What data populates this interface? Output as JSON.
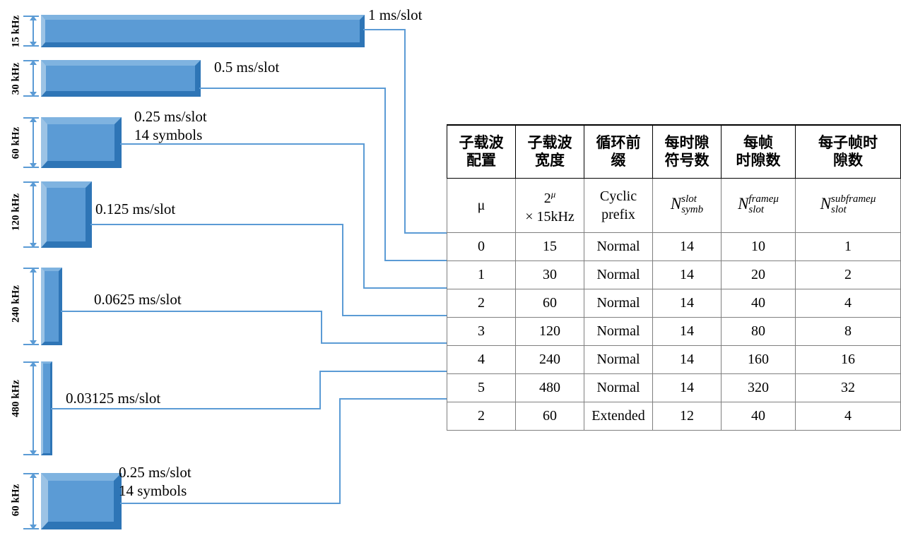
{
  "diagram": {
    "bars": [
      {
        "scs_label": "15 kHz",
        "slot_label": "1 ms/slot",
        "symbols_label": ""
      },
      {
        "scs_label": "30 kHz",
        "slot_label": "0.5 ms/slot",
        "symbols_label": ""
      },
      {
        "scs_label": "60 kHz",
        "slot_label": "0.25 ms/slot",
        "symbols_label": "14 symbols"
      },
      {
        "scs_label": "120 kHz",
        "slot_label": "0.125 ms/slot",
        "symbols_label": ""
      },
      {
        "scs_label": "240 kHz",
        "slot_label": "0.0625 ms/slot",
        "symbols_label": ""
      },
      {
        "scs_label": "480 kHz",
        "slot_label": "0.03125 ms/slot",
        "symbols_label": ""
      },
      {
        "scs_label": "60 kHz",
        "slot_label": "0.25 ms/slot",
        "symbols_label": "14 symbols"
      }
    ]
  },
  "table": {
    "headers": [
      "子载波\n配置",
      "子载波\n宽度",
      "循环前\n缀",
      "每时隙\n符号数",
      "每帧\n时隙数",
      "每子帧时\n隙数"
    ],
    "symbol_row": {
      "mu": "μ",
      "scs_expr_base": "2",
      "scs_expr_exp": "μ",
      "scs_expr_mult": "× 15kHz",
      "cp_line1": "Cyclic",
      "cp_line2": "prefix",
      "nsymb_base": "N",
      "nsymb_sup": "slot",
      "nsymb_sub": "symb",
      "nframe_base": "N",
      "nframe_sup": "frameμ",
      "nframe_sub": "slot",
      "nsubframe_base": "N",
      "nsubframe_sup": "subframeμ",
      "nsubframe_sub": "slot"
    },
    "rows": [
      {
        "mu": "0",
        "scs": "15",
        "cp": "Normal",
        "symbols": "14",
        "slots_frame": "10",
        "slots_subframe": "1"
      },
      {
        "mu": "1",
        "scs": "30",
        "cp": "Normal",
        "symbols": "14",
        "slots_frame": "20",
        "slots_subframe": "2"
      },
      {
        "mu": "2",
        "scs": "60",
        "cp": "Normal",
        "symbols": "14",
        "slots_frame": "40",
        "slots_subframe": "4"
      },
      {
        "mu": "3",
        "scs": "120",
        "cp": "Normal",
        "symbols": "14",
        "slots_frame": "80",
        "slots_subframe": "8"
      },
      {
        "mu": "4",
        "scs": "240",
        "cp": "Normal",
        "symbols": "14",
        "slots_frame": "160",
        "slots_subframe": "16"
      },
      {
        "mu": "5",
        "scs": "480",
        "cp": "Normal",
        "symbols": "14",
        "slots_frame": "320",
        "slots_subframe": "32"
      },
      {
        "mu": "2",
        "scs": "60",
        "cp": "Extended",
        "symbols": "12",
        "slots_frame": "40",
        "slots_subframe": "4"
      }
    ]
  },
  "colors": {
    "bar_face": "#5B9BD5",
    "bar_light": "#9CC3E5",
    "bar_dark": "#2E75B6",
    "connector": "#5B9BD5",
    "table_border": "#7F7F7F",
    "table_header_border": "#000000"
  }
}
